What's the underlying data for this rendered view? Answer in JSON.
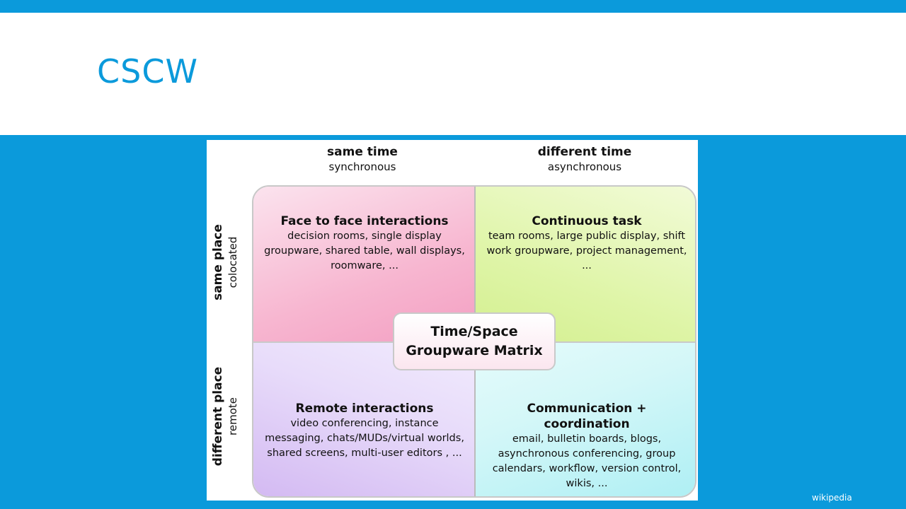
{
  "slide": {
    "title": "CSCW",
    "credit": "wikipedia"
  },
  "matrix": {
    "columns": [
      {
        "main": "same time",
        "sub": "synchronous"
      },
      {
        "main": "different time",
        "sub": "asynchronous"
      }
    ],
    "rows": [
      {
        "main": "same place",
        "sub": "colocated"
      },
      {
        "main": "different place",
        "sub": "remote"
      }
    ],
    "center": {
      "line1": "Time/Space",
      "line2": "Groupware Matrix"
    },
    "quadrants": [
      {
        "title": "Face to face interactions",
        "body": "decision rooms, single display groupware, shared table, wall displays, roomware, ..."
      },
      {
        "title": "Continuous task",
        "body": "team rooms, large public display, shift work groupware, project management, ..."
      },
      {
        "title": "Remote interactions",
        "body": "video conferencing, instance messaging, chats/MUDs/virtual worlds, shared screens, multi-user editors , ..."
      },
      {
        "title": "Communication + coordination",
        "body": "email, bulletin boards, blogs, asynchronous conferencing, group calendars, workflow,  version control, wikis, ..."
      }
    ],
    "colors": {
      "q1": "#f7b6d0",
      "q2": "#dff5a8",
      "q3": "#e8dcfa",
      "q4": "#d4f7f8",
      "accent": "#0b9adb"
    }
  }
}
